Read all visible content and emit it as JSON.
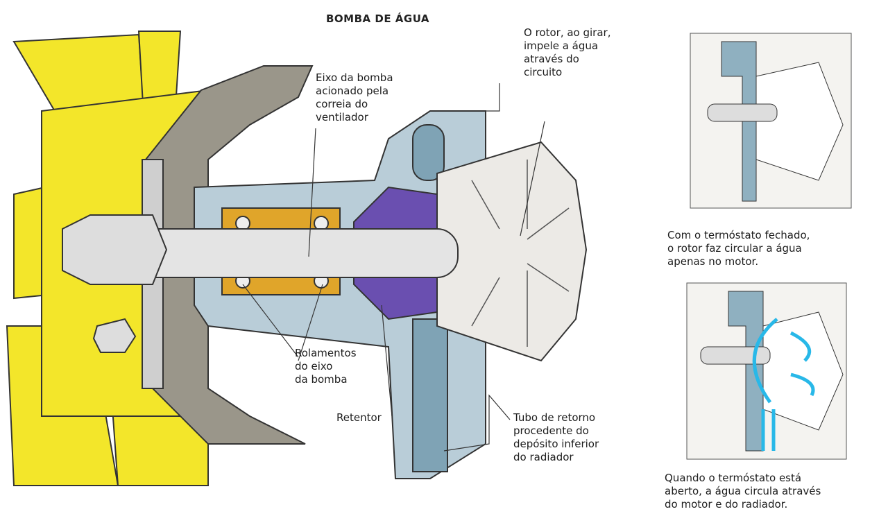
{
  "title": "BOMBA DE ÁGUA",
  "labels": {
    "shaft": "Eixo da bomba\nacionado pela\ncorreia do\nventilador",
    "rotor": "O rotor, ao girar,\nimpele a água\natravés do\ncircuito",
    "bearings": "Rolamentos\ndo eixo\nda bomba",
    "seal": "Retentor",
    "return_pipe": "Tubo de retorno\nprocedente do\ndepósito inferior\ndo radiador"
  },
  "panels": [
    {
      "caption": "Com o termóstato fechado,\no rotor faz circular a água\napenas no motor."
    },
    {
      "caption": "Quando o termóstato está\naberto, a água circula através\ndo motor e do radiador."
    }
  ],
  "colors": {
    "fan": "#f3e62a",
    "housing": "#b9cdd8",
    "bracket": "#9a968a",
    "bearing": "#e0a52a",
    "seal": "#6a4fb0",
    "flow": "#28b8e8"
  }
}
